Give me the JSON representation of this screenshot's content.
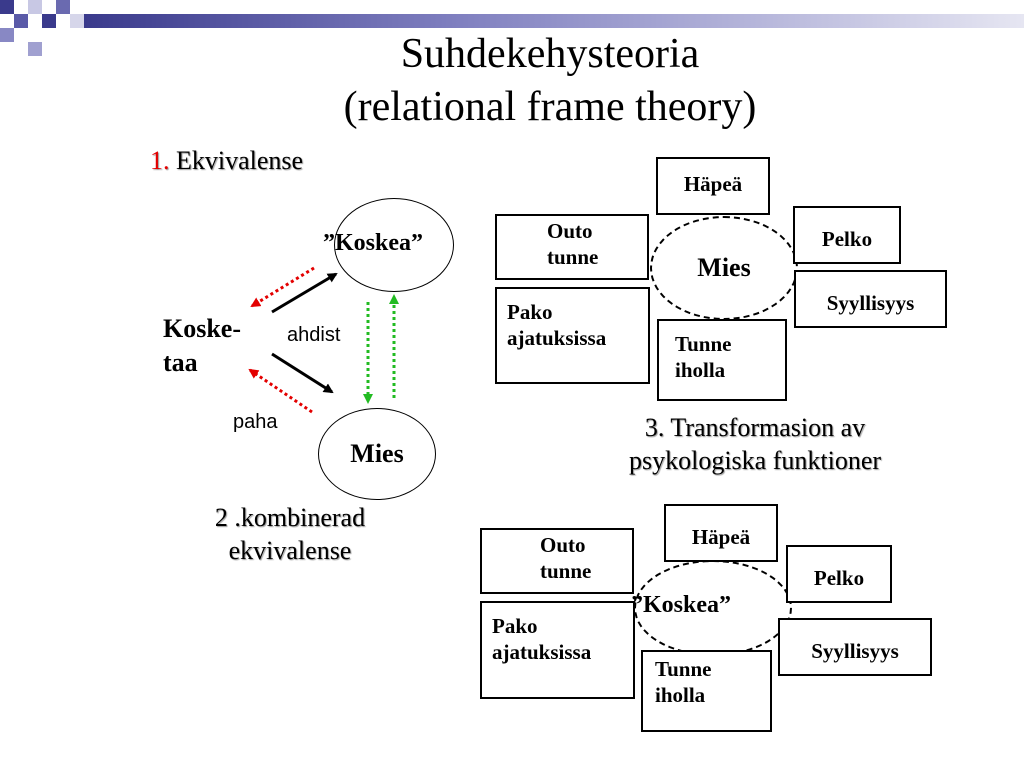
{
  "slide": {
    "title_line1": "Suhdekehysteoria",
    "title_line2": "(relational frame theory)"
  },
  "section1": {
    "number": "1.",
    "label": "Ekvivalense"
  },
  "section2": {
    "line1": "2 .kombinerad",
    "line2": "ekvivalense"
  },
  "section3": {
    "line1": "3. Transformasion av",
    "line2": "psykologiska funktioner"
  },
  "equivalence": {
    "word_quoted": "”Koskea”",
    "word_person": "Mies",
    "word_touch_line1": "Koske-",
    "word_touch_line2": "taa",
    "label_anxiety": "ahdist",
    "label_bad": "paha",
    "colors": {
      "forward": "#000000",
      "derived_red": "#e30000",
      "derived_green": "#22bb22"
    }
  },
  "transformation_top": {
    "center": "Mies",
    "boxes": {
      "hapea": "Häpeä",
      "outo_line1": "Outo",
      "outo_line2": "tunne",
      "pelko": "Pelko",
      "syyllisyys": "Syyllisyys",
      "pako_line1": "Pako",
      "pako_line2": "ajatuksissa",
      "tunne_line1": "Tunne",
      "tunne_line2": "iholla"
    }
  },
  "transformation_bottom": {
    "center": "”Koskea”",
    "boxes": {
      "hapea": "Häpeä",
      "outo_line1": "Outo",
      "outo_line2": "tunne",
      "pelko": "Pelko",
      "syyllisyys": "Syyllisyys",
      "pako_line1": "Pako",
      "pako_line2": "ajatuksissa",
      "tunne_line1": "Tunne",
      "tunne_line2": "iholla"
    }
  }
}
